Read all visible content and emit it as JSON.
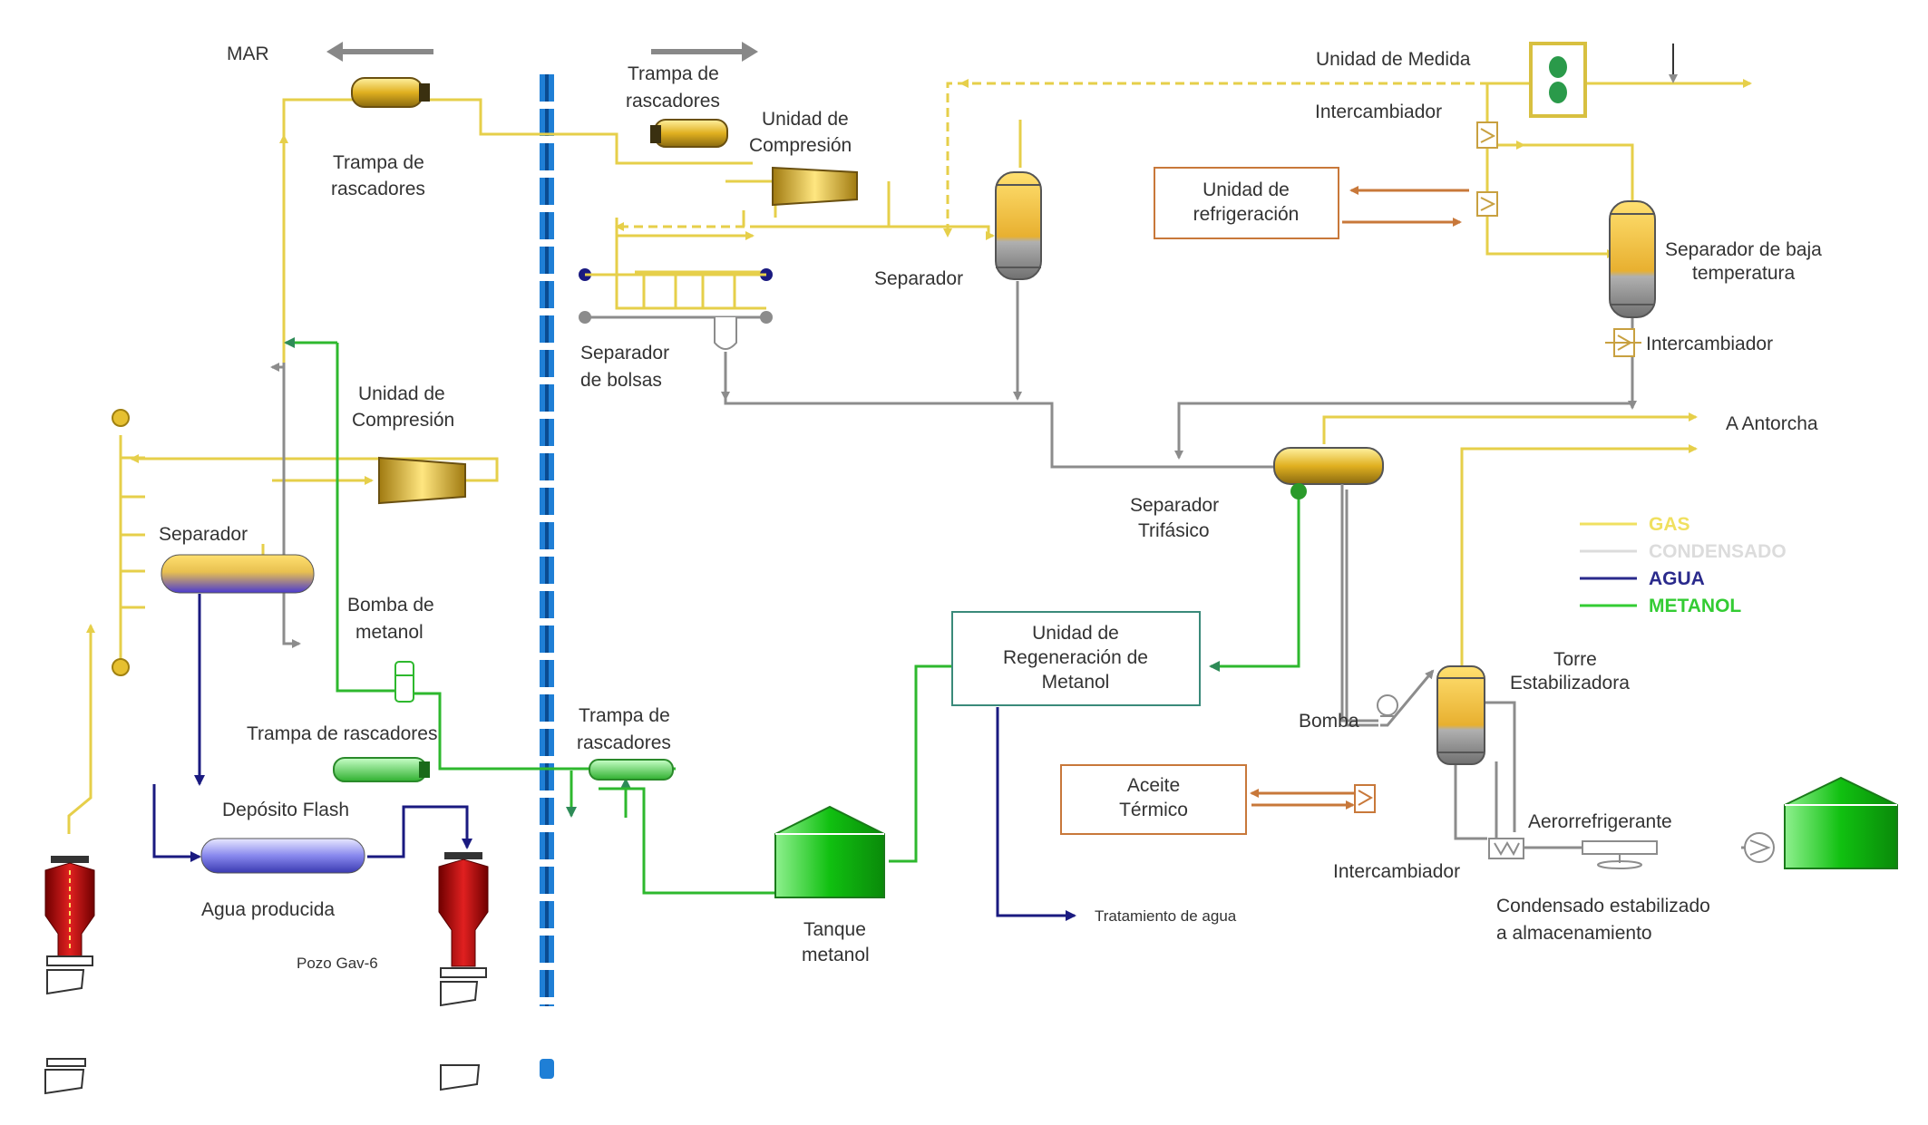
{
  "labels": {
    "mar": "MAR",
    "trampa_top_left_1": "Trampa de",
    "trampa_top_left_2": "rascadores",
    "trampa_top_mid_1": "Trampa de",
    "trampa_top_mid_2": "rascadores",
    "comp_top_1": "Unidad de",
    "comp_top_2": "Compresión",
    "comp_left_1": "Unidad de",
    "comp_left_2": "Compresión",
    "unidad_medida": "Unidad de Medida",
    "intercambiador_top": "Intercambiador",
    "refrigeracion_1": "Unidad de",
    "refrigeracion_2": "refrigeración",
    "separador_top": "Separador",
    "sep_baja_1": "Separador de baja",
    "sep_baja_2": "temperatura",
    "intercambiador_right": "Intercambiador",
    "sep_bolsas_1": "Separador",
    "sep_bolsas_2": "de bolsas",
    "antorcha": "A Antorcha",
    "separador_left": "Separador",
    "sep_trifasico_1": "Separador",
    "sep_trifasico_2": "Trifásico",
    "bomba_metanol_1": "Bomba de",
    "bomba_metanol_2": "metanol",
    "regeneracion_1": "Unidad de",
    "regeneracion_2": "Regeneración de",
    "regeneracion_3": "Metanol",
    "torre_1": "Torre",
    "torre_2": "Estabilizadora",
    "bomba": "Bomba",
    "trampa_bottom_left": "Trampa de rascadores",
    "trampa_bottom_mid_1": "Trampa de",
    "trampa_bottom_mid_2": "rascadores",
    "deposito_flash": "Depósito Flash",
    "agua_producida": "Agua producida",
    "pozo": "Pozo Gav-6",
    "aceite_1": "Aceite",
    "aceite_2": "Térmico",
    "intercambiador_bottom": "Intercambiador",
    "aerorrefrigerante": "Aerorrefrigerante",
    "condensado_1": "Condensado estabilizado",
    "condensado_2": "a almacenamiento",
    "tanque_1": "Tanque",
    "tanque_2": "metanol",
    "tratamiento": "Tratamiento de agua"
  },
  "legend": [
    {
      "label": "GAS",
      "color": "#f0e060"
    },
    {
      "label": "CONDENSADO",
      "color": "#dcdcdc"
    },
    {
      "label": "AGUA",
      "color": "#2a2a8c"
    },
    {
      "label": "METANOL",
      "color": "#33cc33"
    }
  ],
  "colors": {
    "gas": "#e6cf4a",
    "condensado": "#8c8c8c",
    "agua": "#1a1a80",
    "metanol": "#2eb82e",
    "seawall": "#1f7fd6",
    "heat": "#c8783a"
  }
}
